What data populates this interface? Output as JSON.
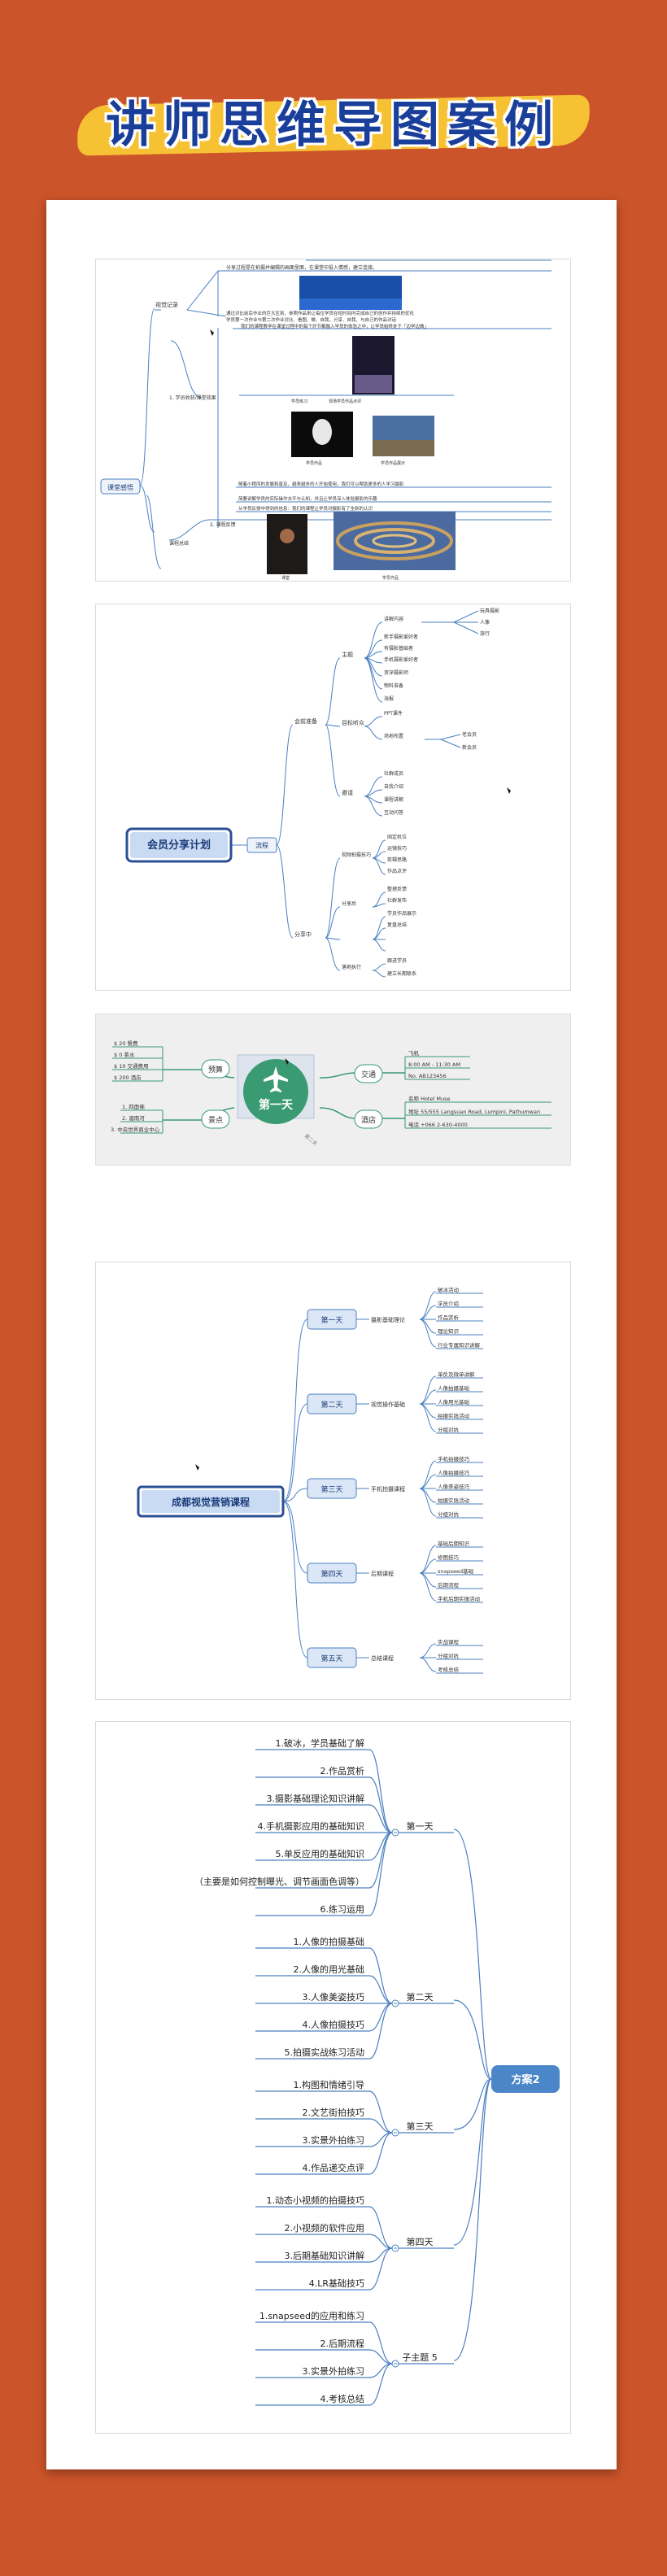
{
  "page_title": "讲师思维导图案例",
  "m1": {
    "root": "课堂感悟",
    "b1": "视觉记录",
    "b1_text1": "分享过程是在拍摄并编辑的画面里面，在课堂中投入情感，建立连接。",
    "b1_text2": "通过对比前后作业的巨大区别，参照作品来让每位学员在短时间内完成自己的创作并持续的优化",
    "b1_text3": "学员第一次作业与第二次作业对比、看图、做、自我、分享、自我、与自己的作品对话",
    "b2": "1. 学员收获/课堂效果",
    "b2_text1": "我们的课程教学在课堂过程中的每个环节都融入学员的体验之中，让学员始终处于「边学边做」",
    "photo_caption1": "学员练习",
    "photo_caption2": "现场学员作品点评",
    "photo_caption3": "学员作品",
    "photo_caption4": "学员作品展示",
    "b3": "课程总结",
    "b3_sub": "2. 课程反馈",
    "b3_text1": "随着小程序的发展和普及，越来越多的人开始使用，我们可以帮助更多的人学习摄影",
    "b3_text2": "简要讲解学员的实际操作水平与认知，并且让学员深入体验摄影的乐趣",
    "b3_text3": "从学员反馈中得到的信息：我们的课程让学员对摄影有了全新的认识",
    "photo_caption5": "课堂",
    "photo_caption6": "学员作品"
  },
  "m2": {
    "root": "会员分享计划",
    "flow": "流程",
    "pre": "会前准备",
    "topic": "主题",
    "topic_items": [
      "玩具摄影",
      "人像",
      "旅行"
    ],
    "topic_leaf": "讲解内容",
    "audience": "目标听众",
    "content_items": [
      "新手摄影爱好者",
      "有摄影基础者",
      "手机摄影爱好者",
      "资深摄影师"
    ],
    "invite": "邀请",
    "invite_items": [
      "老会员",
      "新会员",
      "社群成员"
    ],
    "material": "物料准备",
    "material_items": [
      "海报",
      "PPT课件",
      "场地布置"
    ],
    "process": "分享中",
    "process_items": [
      "自我介绍",
      "课程讲解",
      "互动问答",
      "作品点评"
    ],
    "video": "视频拍摄技巧",
    "video_items": [
      "固定机位",
      "运镜技巧",
      "剪辑思路"
    ],
    "after": "分享后",
    "after_items": [
      "整理反馈",
      "社群发布",
      "学员作品展示",
      "复盘总结"
    ],
    "action": "落地执行",
    "action_items": [
      "跟进学员",
      "建立长期联系"
    ]
  },
  "m3": {
    "center": "第一天",
    "budget": "预算",
    "budget_items": [
      "$ 20 餐费",
      "$ 0 茶水",
      "$ 10 交通费用",
      "$ 200 酒店"
    ],
    "sights": "景点",
    "sights_items": [
      "1. 四面佛",
      "2. 湄南河",
      "3. 中央世界商业中心"
    ],
    "traffic": "交通",
    "traffic_items": [
      "飞机",
      "8:00 AM - 11:30 AM",
      "No. AB123456"
    ],
    "hotel": "酒店",
    "hotel_items": [
      "名称 Hotel Muse",
      "地址 55/555 Langsuan Road, Lumpini, Pathumwan",
      "电话 +066 2-630-4000"
    ],
    "arrow_caption": "第二天"
  },
  "m4": {
    "root": "成都视觉营销课程",
    "days": [
      "第一天",
      "第二天",
      "第三天",
      "第四天",
      "第五天"
    ],
    "subs": [
      "摄影基础理论",
      "视觉操作基础",
      "手机拍摄课程",
      "后期课程",
      "总结课程"
    ],
    "leaves": [
      [
        "破冰活动",
        "学员介绍",
        "作品赏析",
        "理论知识",
        "行业专属知识讲解"
      ],
      [
        "单反及微单讲解",
        "人像拍摄基础",
        "人像用光基础",
        "拍摄实践活动",
        "分组对抗"
      ],
      [
        "手机拍摄技巧",
        "人像拍摄技巧",
        "人像美姿技巧",
        "拍摄实践活动",
        "分组对抗"
      ],
      [
        "基础后期知识",
        "修图技巧",
        "snapseed基础",
        "后期流程",
        "手机后期实操活动"
      ],
      [
        "实战课程",
        "分组对抗",
        "考核总结"
      ]
    ]
  },
  "m5": {
    "root": "方案2",
    "groups": [
      {
        "label": "第一天",
        "items": [
          "1.破冰，学员基础了解",
          "2.作品赏析",
          "3.摄影基础理论知识讲解",
          "4.手机摄影应用的基础知识",
          "5.单反应用的基础知识",
          "（主要是如何控制曝光、调节画面色调等）",
          "6.练习运用"
        ]
      },
      {
        "label": "第二天",
        "items": [
          "1.人像的拍摄基础",
          "2.人像的用光基础",
          "3.人像美姿技巧",
          "4.人像拍摄技巧",
          "5.拍摄实战练习活动"
        ]
      },
      {
        "label": "第三天",
        "items": [
          "1.构图和情绪引导",
          "2.文艺街拍技巧",
          "3.实景外拍练习",
          "4.作品递交点评"
        ]
      },
      {
        "label": "第四天",
        "items": [
          "1.动态小视频的拍摄技巧",
          "2.小视频的软件应用",
          "3.后期基础知识讲解",
          "4.LR基础技巧"
        ]
      },
      {
        "label": "子主题 5",
        "items": [
          "1.snapseed的应用和练习",
          "2.后期流程",
          "3.实景外拍练习",
          "4.考核总结"
        ]
      }
    ]
  },
  "colors": {
    "background": "#cc542a",
    "title_blue": "#1a3f9a",
    "title_yellow": "#f6c233",
    "node_blue": "#2b6ab8",
    "line_blue": "#4a7fc1",
    "m3_green": "#3a9a72",
    "m5_root": "#4a86c8"
  }
}
